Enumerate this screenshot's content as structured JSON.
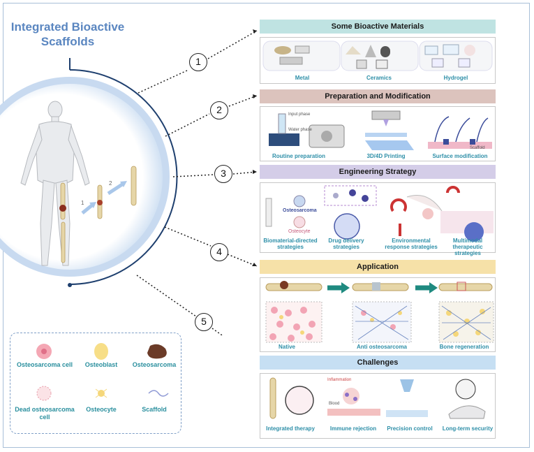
{
  "title": "Integrated Bioactive Scaffolds",
  "steps": [
    "1",
    "2",
    "3",
    "4",
    "5"
  ],
  "body_labels": [
    "1",
    "2"
  ],
  "sections": [
    {
      "title": "Some Bioactive Materials",
      "color": "#bfe3e2",
      "items": [
        "Metal",
        "Ceramics",
        "Hydrogel"
      ]
    },
    {
      "title": "Preparation and Modification",
      "color": "#dcc3bd",
      "items": [
        "Routine preparation",
        "3D/4D Printing",
        "Surface modification"
      ],
      "small_labels": [
        "Input phase",
        "Water phase",
        "Scaffold"
      ]
    },
    {
      "title": "Engineering Strategy",
      "color": "#d4cde8",
      "items": [
        "Biomaterial-directed strategies",
        "Drug delivery strategies",
        "Environmental response strategies",
        "Multimodal therapeutic strategies"
      ],
      "small_labels": [
        "Osteosarcoma",
        "Osteocyte"
      ]
    },
    {
      "title": "Application",
      "color": "#f6e1a8",
      "items": [
        "Native",
        "Anti osteosarcoma",
        "Bone regeneration"
      ]
    },
    {
      "title": "Challenges",
      "color": "#c6dff3",
      "items": [
        "Integrated therapy",
        "Immune rejection",
        "Precision control",
        "Long-term security"
      ],
      "small_labels": [
        "Inflammation",
        "Blood"
      ]
    }
  ],
  "legend": [
    {
      "label": "Osteosarcoma cell",
      "icon": "osteosarcoma-cell-icon"
    },
    {
      "label": "Osteoblast",
      "icon": "osteoblast-icon"
    },
    {
      "label": "Osteosarcoma",
      "icon": "osteosarcoma-tissue-icon"
    },
    {
      "label": "Dead osteosarcoma cell",
      "icon": "dead-cell-icon"
    },
    {
      "label": "Osteocyte",
      "icon": "osteocyte-icon"
    },
    {
      "label": "Scaffold",
      "icon": "scaffold-icon"
    }
  ],
  "colors": {
    "accent": "#5a86c0",
    "caption": "#2e8fa8",
    "arrow": "#1f8a80",
    "ring": "#1e3f6e"
  }
}
